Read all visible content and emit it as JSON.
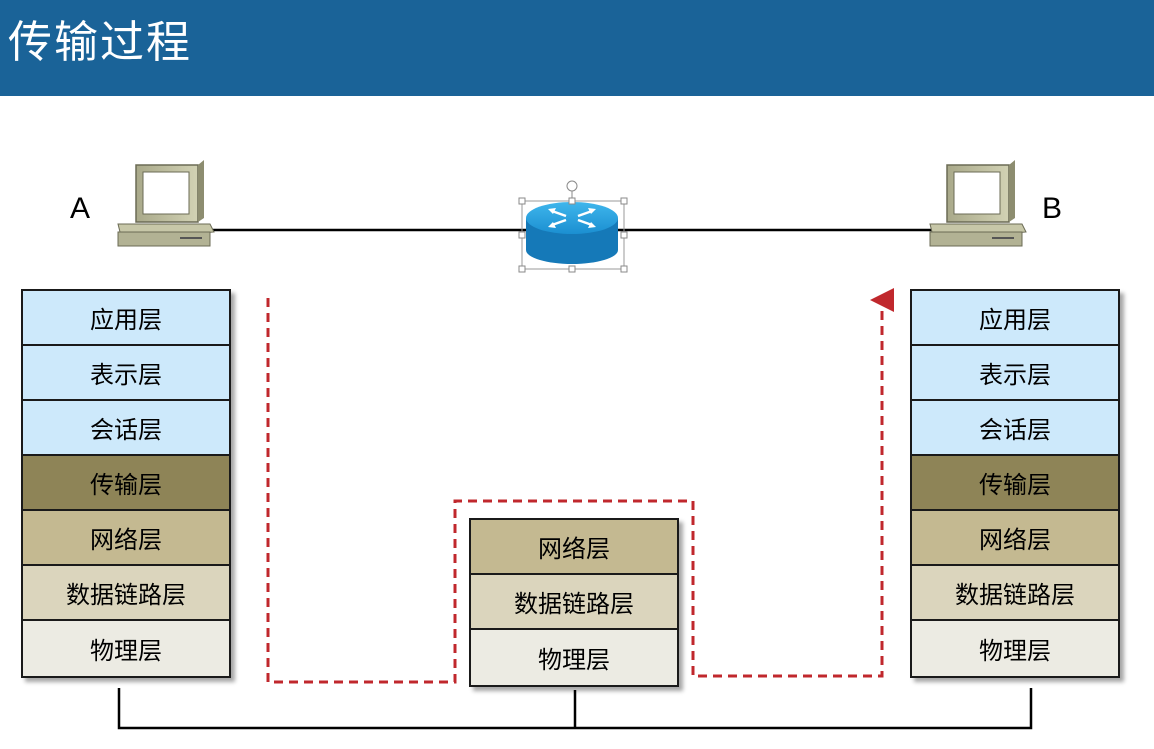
{
  "header": {
    "title": "传输过程",
    "bg_color": "#1a6398"
  },
  "hosts": {
    "left_label": "A",
    "right_label": "B"
  },
  "icons": {
    "computer": "computer-icon",
    "router": "router-icon"
  },
  "stacks": {
    "left": [
      "应用层",
      "表示层",
      "会话层",
      "传输层",
      "网络层",
      "数据链路层",
      "物理层"
    ],
    "middle": [
      "网络层",
      "数据链路层",
      "物理层"
    ],
    "right": [
      "应用层",
      "表示层",
      "会话层",
      "传输层",
      "网络层",
      "数据链路层",
      "物理层"
    ]
  },
  "colors": {
    "upper_layers": "#cde9fb",
    "transport_layer": "#8e8457",
    "network_layer": "#c4b991",
    "datalink_layer": "#dbd5bd",
    "physical_layer": "#ecebe3",
    "path": "#c0282d"
  }
}
